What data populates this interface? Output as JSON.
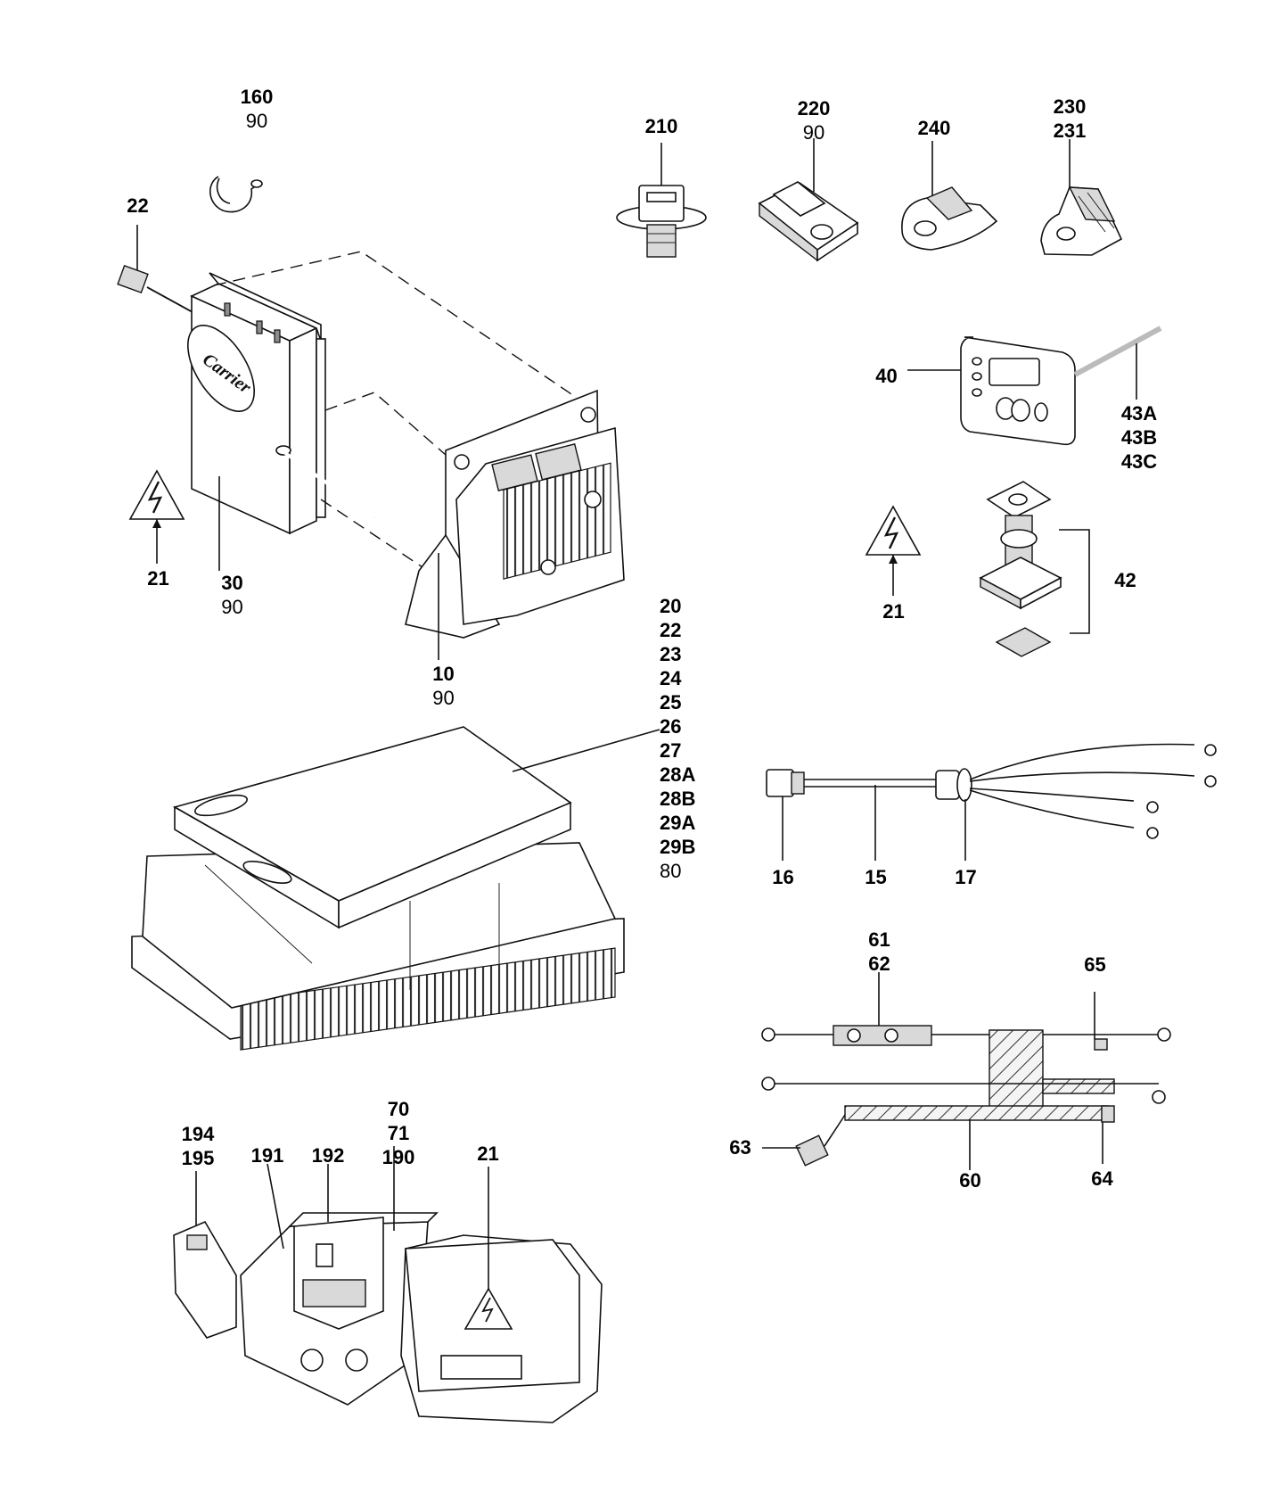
{
  "diagram": {
    "callouts": [
      {
        "id": "c160",
        "lines": [
          {
            "t": "160",
            "w": "b"
          },
          {
            "t": "90",
            "w": "n"
          }
        ]
      },
      {
        "id": "c22",
        "lines": [
          {
            "t": "22",
            "w": "b"
          }
        ]
      },
      {
        "id": "c21a",
        "lines": [
          {
            "t": "21",
            "w": "b"
          }
        ]
      },
      {
        "id": "c30",
        "lines": [
          {
            "t": "30",
            "w": "b"
          },
          {
            "t": "90",
            "w": "n"
          }
        ]
      },
      {
        "id": "c10",
        "lines": [
          {
            "t": "10",
            "w": "b"
          },
          {
            "t": "90",
            "w": "n"
          }
        ]
      },
      {
        "id": "c210",
        "lines": [
          {
            "t": "210",
            "w": "b"
          }
        ]
      },
      {
        "id": "c220",
        "lines": [
          {
            "t": "220",
            "w": "b"
          },
          {
            "t": "90",
            "w": "n"
          }
        ]
      },
      {
        "id": "c240",
        "lines": [
          {
            "t": "240",
            "w": "b"
          }
        ]
      },
      {
        "id": "c230",
        "lines": [
          {
            "t": "230",
            "w": "b"
          },
          {
            "t": "231",
            "w": "b"
          }
        ]
      },
      {
        "id": "c40",
        "lines": [
          {
            "t": "40",
            "w": "b"
          }
        ]
      },
      {
        "id": "c43",
        "lines": [
          {
            "t": "43A",
            "w": "b"
          },
          {
            "t": "43B",
            "w": "b"
          },
          {
            "t": "43C",
            "w": "b"
          }
        ]
      },
      {
        "id": "c21b",
        "lines": [
          {
            "t": "21",
            "w": "b"
          }
        ]
      },
      {
        "id": "c42",
        "lines": [
          {
            "t": "42",
            "w": "b"
          }
        ]
      },
      {
        "id": "c20",
        "lines": [
          {
            "t": "20",
            "w": "b"
          },
          {
            "t": "22",
            "w": "b"
          },
          {
            "t": "23",
            "w": "b"
          },
          {
            "t": "24",
            "w": "b"
          },
          {
            "t": "25",
            "w": "b"
          },
          {
            "t": "26",
            "w": "b"
          },
          {
            "t": "27",
            "w": "b"
          },
          {
            "t": "28A",
            "w": "b"
          },
          {
            "t": "28B",
            "w": "b"
          },
          {
            "t": "29A",
            "w": "b"
          },
          {
            "t": "29B",
            "w": "b"
          },
          {
            "t": "80",
            "w": "n"
          }
        ]
      },
      {
        "id": "c16",
        "lines": [
          {
            "t": "16",
            "w": "b"
          }
        ]
      },
      {
        "id": "c15",
        "lines": [
          {
            "t": "15",
            "w": "b"
          }
        ]
      },
      {
        "id": "c17",
        "lines": [
          {
            "t": "17",
            "w": "b"
          }
        ]
      },
      {
        "id": "c61",
        "lines": [
          {
            "t": "61",
            "w": "b"
          },
          {
            "t": "62",
            "w": "b"
          }
        ]
      },
      {
        "id": "c65",
        "lines": [
          {
            "t": "65",
            "w": "b"
          }
        ]
      },
      {
        "id": "c63",
        "lines": [
          {
            "t": "63",
            "w": "b"
          }
        ]
      },
      {
        "id": "c60",
        "lines": [
          {
            "t": "60",
            "w": "b"
          }
        ]
      },
      {
        "id": "c64",
        "lines": [
          {
            "t": "64",
            "w": "b"
          }
        ]
      },
      {
        "id": "c194",
        "lines": [
          {
            "t": "194",
            "w": "b"
          },
          {
            "t": "195",
            "w": "b"
          }
        ]
      },
      {
        "id": "c191",
        "lines": [
          {
            "t": "191",
            "w": "b"
          }
        ]
      },
      {
        "id": "c192",
        "lines": [
          {
            "t": "192",
            "w": "b"
          }
        ]
      },
      {
        "id": "c70",
        "lines": [
          {
            "t": "70",
            "w": "b"
          },
          {
            "t": "71",
            "w": "b"
          },
          {
            "t": "190",
            "w": "b"
          }
        ]
      },
      {
        "id": "c21c",
        "lines": [
          {
            "t": "21",
            "w": "b"
          }
        ]
      }
    ],
    "logo_text": "Carrier"
  }
}
